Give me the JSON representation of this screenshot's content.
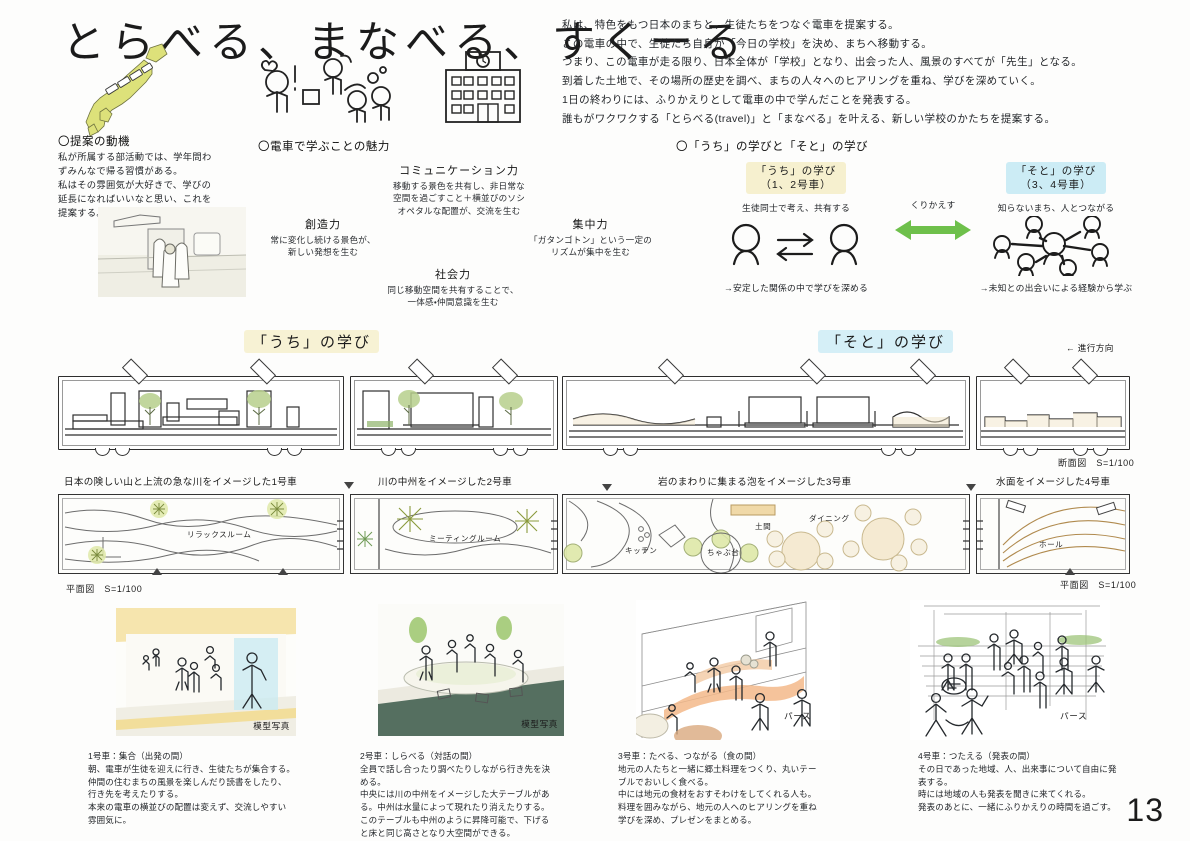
{
  "title": "とらべる、まなべる、すくーる",
  "page_number": "13",
  "intro": {
    "lines": [
      "私は、特色をもつ日本のまちと、生徒たちをつなぐ電車を提案する。",
      "この電車の中で、生徒たち自身が「今日の学校」を決め、まちへ移動する。",
      "つまり、この電車が走る限り、日本全体が「学校」となり、出会った人、風景のすべてが「先生」となる。",
      "到着した土地で、その場所の歴史を調べ、まちの人々へのヒアリングを重ね、学びを深めていく。",
      "1日の終わりには、ふりかえりとして電車の中で学んだことを発表する。",
      "誰もがワクワクする「とらべる(travel)」と「まなべる」を叶える、新しい学校のかたちを提案する。"
    ]
  },
  "motive": {
    "heading": "〇提案の動機",
    "lines": [
      "私が所属する部活動では、学年問わ",
      "ずみんなで帰る習慣がある。",
      "私はその雰囲気が大好きで、学びの",
      "延長になればいいなと思い、これを",
      "提案する。"
    ]
  },
  "charm": {
    "heading": "〇電車で学ぶことの魅力",
    "items": [
      {
        "title": "コミュニケーション力",
        "lines": [
          "移動する景色を共有し、非日常な",
          "空間を過ごすこと＋横並びのソシ",
          "オペタルな配置が、交流を生む"
        ]
      },
      {
        "title": "創造力",
        "lines": [
          "常に変化し続ける景色が、",
          "新しい発想を生む"
        ]
      },
      {
        "title": "集中力",
        "lines": [
          "「ガタンゴトン」という一定の",
          "リズムが集中を生む"
        ]
      },
      {
        "title": "社会力",
        "lines": [
          "同じ移動空間を共有することで、",
          "一体感・仲間意識を生む"
        ]
      }
    ]
  },
  "concept": {
    "heading": "〇「うち」の学びと「そと」の学び",
    "uchi": {
      "pill_line1": "「うち」の学び",
      "pill_line2": "（1、2号車）",
      "caption": "生徒同士で考え、共有する",
      "result": "→安定した関係の中で学びを深める"
    },
    "soto": {
      "pill_line1": "「そと」の学び",
      "pill_line2": "（3、4号車）",
      "caption": "知らないまち、人とつながる",
      "result": "→未知との出会いによる経験から学ぶ"
    },
    "arrow_label": "くりかえす",
    "arrow_color": "#6ec04b"
  },
  "bands": {
    "uchi_label": "「うち」の学び",
    "soto_label": "「そと」の学び",
    "direction": "← 進行方向",
    "section_scale": "断面図　S=1/100",
    "plan_scale": "平面図　S=1/100"
  },
  "car_captions": [
    "日本の険しい山と上流の急な川をイメージした1号車",
    "川の中州をイメージした2号車",
    "岩のまわりに集まる泡をイメージした3号車",
    "水面をイメージした4号車"
  ],
  "plan_labels": {
    "car1": [
      "リラックスルーム"
    ],
    "car2": [
      "ミーティングルーム"
    ],
    "car3": [
      "キッチン",
      "ちゃぶ台",
      "土間",
      "ダイニング"
    ],
    "car4": [
      "ホール"
    ]
  },
  "photos": [
    {
      "label": "模型写真"
    },
    {
      "label": "模型写真"
    },
    {
      "label": "パース"
    },
    {
      "label": "パース"
    }
  ],
  "bottom_captions": [
    {
      "title": "1号車：集合（出発の間）",
      "lines": [
        "朝、電車が生徒を迎えに行き、生徒たちが集合する。",
        "仲間の住むまちの風景を楽しんだり読書をしたり、",
        "行き先を考えたりする。",
        "本来の電車の横並びの配置は変えず、交流しやすい",
        "雰囲気に。"
      ]
    },
    {
      "title": "2号車：しらべる（対話の間）",
      "lines": [
        "全員で話し合ったり調べたりしながら行き先を決",
        "める。",
        "中央には川の中州をイメージした大テーブルがあ",
        "る。中州は水量によって現れたり消えたりする。",
        "このテーブルも中州のように昇降可能で、下げる",
        "と床と同じ高さとなり大空間ができる。"
      ]
    },
    {
      "title": "3号車：たべる、つながる（食の間）",
      "lines": [
        "地元の人たちと一緒に郷土料理をつくり、丸いテー",
        "ブルでおいしく食べる。",
        "中には地元の食材をおすそわけをしてくれる人も。",
        "料理を囲みながら、地元の人へのヒアリングを重ね",
        "学びを深め、プレゼンをまとめる。"
      ]
    },
    {
      "title": "4号車：つたえる（発表の間）",
      "lines": [
        "その日であった地域、人、出来事について自由に発",
        "表する。",
        "時には地域の人も発表を聞きに来てくれる。",
        "発表のあとに、一緒にふりかえりの時間を過ごす。"
      ]
    }
  ],
  "colors": {
    "uchi_highlight": "#f7f2d4",
    "soto_highlight": "#d5eff7",
    "arrow_green": "#6ec04b",
    "map_yellow": "#ddE17a",
    "ink": "#2b2b2b"
  }
}
